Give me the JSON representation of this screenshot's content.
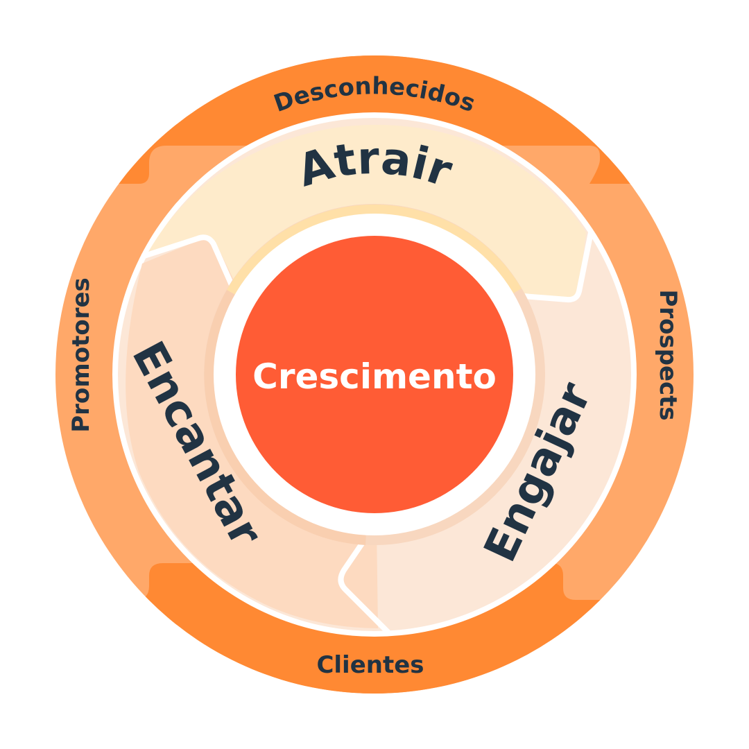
{
  "center": {
    "label": "Crescimento"
  },
  "stages": [
    {
      "id": "attract",
      "label": "Atrair"
    },
    {
      "id": "engage",
      "label": "Engajar"
    },
    {
      "id": "delight",
      "label": "Encantar"
    }
  ],
  "outer_ring": [
    {
      "id": "strangers",
      "label": "Desconhecidos"
    },
    {
      "id": "prospects",
      "label": "Prospects"
    },
    {
      "id": "customers",
      "label": "Clientes"
    },
    {
      "id": "promoters",
      "label": "Promotores"
    }
  ],
  "colors": {
    "outer_dark": "#FF8933",
    "outer_light": "#FFA869",
    "attract_fill": "#FEEBCB",
    "engage_fill": "#FCE7D7",
    "delight_fill": "#FDDAC0",
    "inner_band_attract": "#FFE0A8",
    "inner_band_engage": "#F8D7BF",
    "inner_band_delight": "#F9CFB0",
    "center_fill": "#FF5C35",
    "label_text": "#213343",
    "center_text": "#FFFFFF"
  }
}
